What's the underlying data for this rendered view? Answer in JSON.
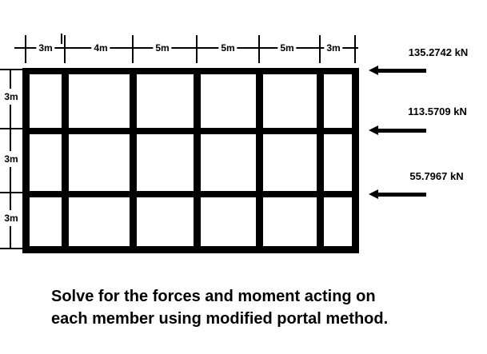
{
  "diagram": {
    "top_dimensions": [
      "3m",
      "4m",
      "5m",
      "5m",
      "5m",
      "3m"
    ],
    "story_dimensions": [
      "3m",
      "3m",
      "3m"
    ],
    "forces": [
      {
        "label": "135.2742 kN"
      },
      {
        "label": "113.5709 kN"
      },
      {
        "label": "55.7967 kN"
      }
    ],
    "caption": {
      "line1": "Solve for the forces and moment acting on",
      "line2": "each member using modified portal method."
    },
    "colors": {
      "line": "#000000",
      "background": "#ffffff"
    }
  }
}
